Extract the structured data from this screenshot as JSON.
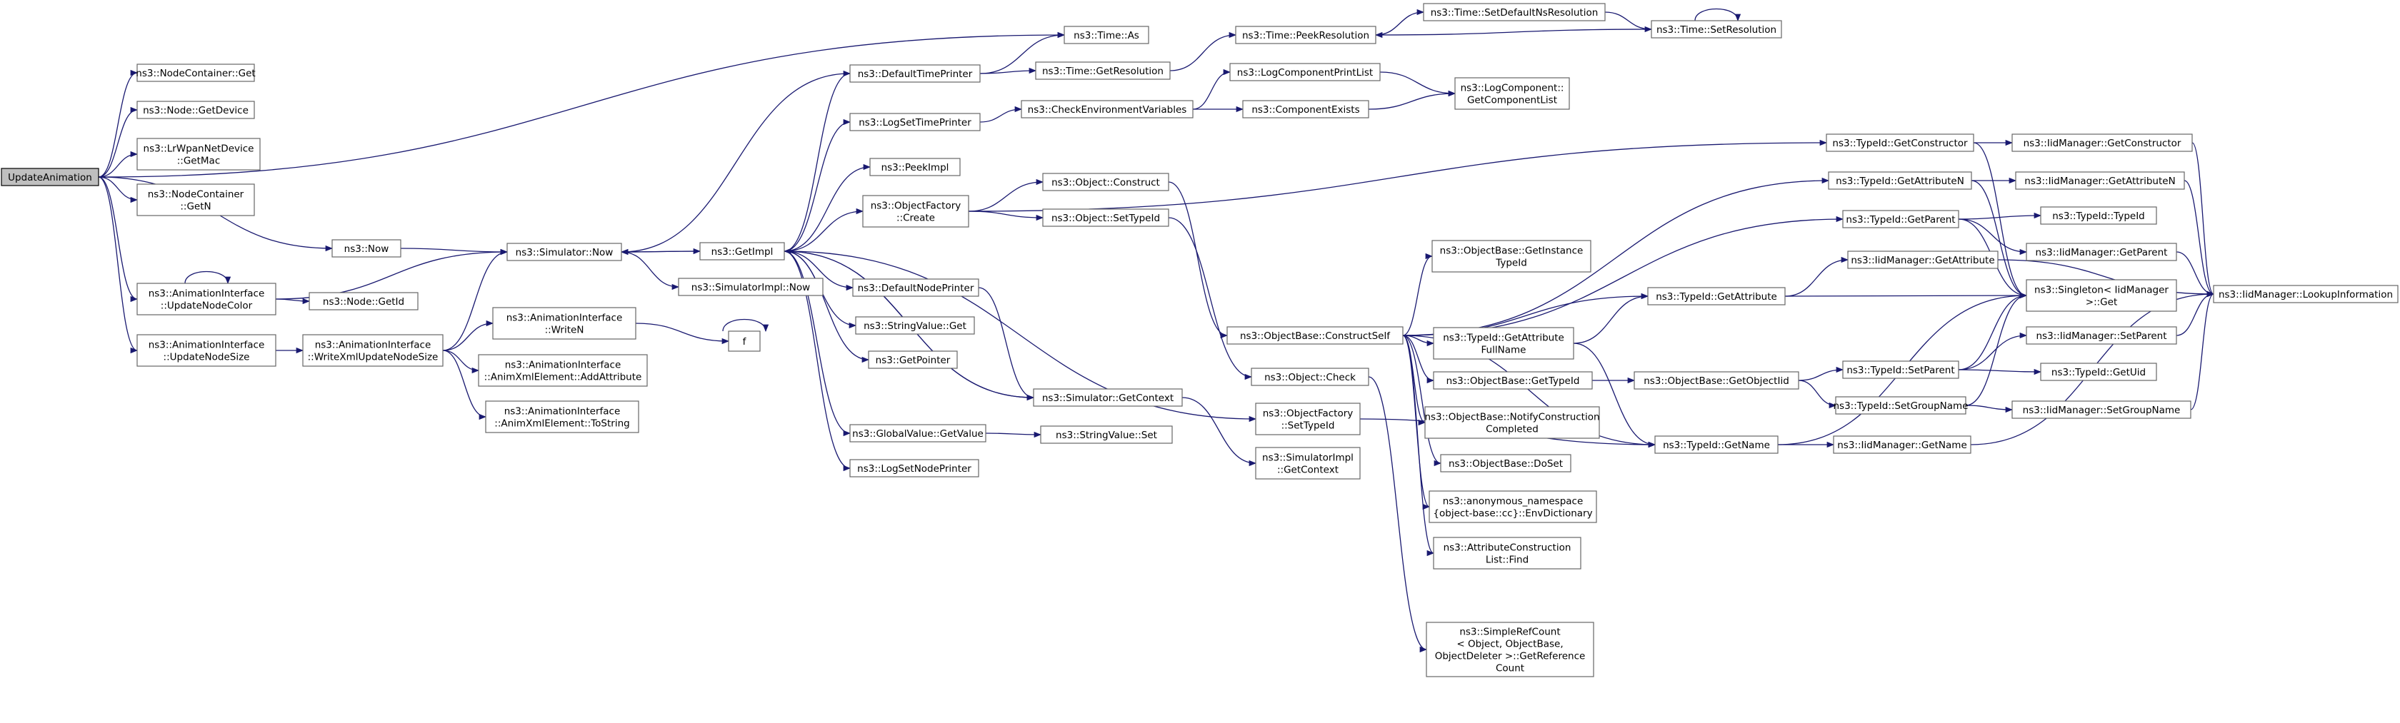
{
  "nodes": [
    {
      "id": "n_update_animation",
      "label": [
        "UpdateAnimation"
      ],
      "root": true
    },
    {
      "id": "n_nodecontainer_get",
      "label": [
        "ns3::NodeContainer::Get"
      ]
    },
    {
      "id": "n_node_getdevice",
      "label": [
        "ns3::Node::GetDevice"
      ]
    },
    {
      "id": "n_lrwpan_getmac",
      "label": [
        "ns3::LrWpanNetDevice",
        "::GetMac"
      ]
    },
    {
      "id": "n_nodecontainer_getn",
      "label": [
        "ns3::NodeContainer",
        "::GetN"
      ]
    },
    {
      "id": "n_now",
      "label": [
        "ns3::Now"
      ]
    },
    {
      "id": "n_update_node_color",
      "label": [
        "ns3::AnimationInterface",
        "::UpdateNodeColor"
      ]
    },
    {
      "id": "n_update_node_size",
      "label": [
        "ns3::AnimationInterface",
        "::UpdateNodeSize"
      ]
    },
    {
      "id": "n_time_as",
      "label": [
        "ns3::Time::As"
      ]
    },
    {
      "id": "n_default_time_printer",
      "label": [
        "ns3::DefaultTimePrinter"
      ]
    },
    {
      "id": "n_log_set_time_printer",
      "label": [
        "ns3::LogSetTimePrinter"
      ]
    },
    {
      "id": "n_peek_impl",
      "label": [
        "ns3::PeekImpl"
      ]
    },
    {
      "id": "n_objectfactory_create",
      "label": [
        "ns3::ObjectFactory",
        "::Create"
      ]
    },
    {
      "id": "n_simulator_now",
      "label": [
        "ns3::Simulator::Now"
      ]
    },
    {
      "id": "n_simulatorimpl_now",
      "label": [
        "ns3::SimulatorImpl::Now"
      ]
    },
    {
      "id": "n_getimpl",
      "label": [
        "ns3::GetImpl"
      ]
    },
    {
      "id": "n_node_getid",
      "label": [
        "ns3::Node::GetId"
      ]
    },
    {
      "id": "n_write_xml_update_node_size",
      "label": [
        "ns3::AnimationInterface",
        "::WriteXmlUpdateNodeSize"
      ]
    },
    {
      "id": "n_writen",
      "label": [
        "ns3::AnimationInterface",
        "::WriteN"
      ]
    },
    {
      "id": "n_add_attribute",
      "label": [
        "ns3::AnimationInterface",
        "::AnimXmlElement::AddAttribute"
      ]
    },
    {
      "id": "n_tostring",
      "label": [
        "ns3::AnimationInterface",
        "::AnimXmlElement::ToString"
      ]
    },
    {
      "id": "n_f",
      "label": [
        "f"
      ]
    },
    {
      "id": "n_time_getresolution",
      "label": [
        "ns3::Time::GetResolution"
      ]
    },
    {
      "id": "n_check_env_vars",
      "label": [
        "ns3::CheckEnvironmentVariables"
      ]
    },
    {
      "id": "n_default_node_printer",
      "label": [
        "ns3::DefaultNodePrinter"
      ]
    },
    {
      "id": "n_stringvalue_get",
      "label": [
        "ns3::StringValue::Get"
      ]
    },
    {
      "id": "n_getpointer",
      "label": [
        "ns3::GetPointer"
      ]
    },
    {
      "id": "n_globalvalue_getvalue",
      "label": [
        "ns3::GlobalValue::GetValue"
      ]
    },
    {
      "id": "n_log_set_node_printer",
      "label": [
        "ns3::LogSetNodePrinter"
      ]
    },
    {
      "id": "n_simulator_getcontext",
      "label": [
        "ns3::Simulator::GetContext"
      ]
    },
    {
      "id": "n_stringvalue_set",
      "label": [
        "ns3::StringValue::Set"
      ]
    },
    {
      "id": "n_time_peekresolution",
      "label": [
        "ns3::Time::PeekResolution"
      ]
    },
    {
      "id": "n_log_component_print_list",
      "label": [
        "ns3::LogComponentPrintList"
      ]
    },
    {
      "id": "n_component_exists",
      "label": [
        "ns3::ComponentExists"
      ]
    },
    {
      "id": "n_object_construct",
      "label": [
        "ns3::Object::Construct"
      ]
    },
    {
      "id": "n_object_settypeid",
      "label": [
        "ns3::Object::SetTypeId"
      ]
    },
    {
      "id": "n_objectfactory_settypeid",
      "label": [
        "ns3::ObjectFactory",
        "::SetTypeId"
      ]
    },
    {
      "id": "n_simulatorimpl_getcontext",
      "label": [
        "ns3::SimulatorImpl",
        "::GetContext"
      ]
    },
    {
      "id": "n_time_set_default_ns_resolution",
      "label": [
        "ns3::Time::SetDefaultNsResolution"
      ]
    },
    {
      "id": "n_time_setresolution",
      "label": [
        "ns3::Time::SetResolution"
      ]
    },
    {
      "id": "n_logcomponent_getcomponentlist",
      "label": [
        "ns3::LogComponent::",
        "GetComponentList"
      ]
    },
    {
      "id": "n_objectbase_getinstancetypeid",
      "label": [
        "ns3::ObjectBase::GetInstance",
        "TypeId"
      ]
    },
    {
      "id": "n_objectbase_constructself",
      "label": [
        "ns3::ObjectBase::ConstructSelf"
      ]
    },
    {
      "id": "n_object_check",
      "label": [
        "ns3::Object::Check"
      ]
    },
    {
      "id": "n_typeid_getattributefullname",
      "label": [
        "ns3::TypeId::GetAttribute",
        "FullName"
      ]
    },
    {
      "id": "n_objectbase_gettypeid",
      "label": [
        "ns3::ObjectBase::GetTypeId"
      ]
    },
    {
      "id": "n_objectbase_notifyconstructioncompleted",
      "label": [
        "ns3::ObjectBase::NotifyConstruction",
        "Completed"
      ]
    },
    {
      "id": "n_objectbase_dospost",
      "label": [
        "ns3::ObjectBase::DoSet"
      ]
    },
    {
      "id": "n_envdictionary",
      "label": [
        "ns3::anonymous_namespace",
        "{object-base::cc}::EnvDictionary"
      ]
    },
    {
      "id": "n_attributeconstructionlist_find",
      "label": [
        "ns3::AttributeConstruction",
        "List::Find"
      ]
    },
    {
      "id": "n_simplerefcount_getreferencecount",
      "label": [
        "ns3::SimpleRefCount",
        "< Object, ObjectBase,",
        "ObjectDeleter >::GetReference",
        "Count"
      ]
    },
    {
      "id": "n_typeid_getname",
      "label": [
        "ns3::TypeId::GetName"
      ]
    },
    {
      "id": "n_typeid_getattribute",
      "label": [
        "ns3::TypeId::GetAttribute"
      ]
    },
    {
      "id": "n_objectbase_getobjectiid",
      "label": [
        "ns3::ObjectBase::GetObjectIid"
      ]
    },
    {
      "id": "n_typeid_getconstructor",
      "label": [
        "ns3::TypeId::GetConstructor"
      ]
    },
    {
      "id": "n_typeid_getattributen",
      "label": [
        "ns3::TypeId::GetAttributeN"
      ]
    },
    {
      "id": "n_typeid_getparent",
      "label": [
        "ns3::TypeId::GetParent"
      ]
    },
    {
      "id": "n_iidmanager_getattribute",
      "label": [
        "ns3::IidManager::GetAttribute"
      ]
    },
    {
      "id": "n_typeid_setparent",
      "label": [
        "ns3::TypeId::SetParent"
      ]
    },
    {
      "id": "n_typeid_setgroupname",
      "label": [
        "ns3::TypeId::SetGroupName"
      ]
    },
    {
      "id": "n_iidmanager_getname",
      "label": [
        "ns3::IidManager::GetName"
      ]
    },
    {
      "id": "n_iidmanager_getconstructor",
      "label": [
        "ns3::IidManager::GetConstructor"
      ]
    },
    {
      "id": "n_iidmanager_getattributen",
      "label": [
        "ns3::IidManager::GetAttributeN"
      ]
    },
    {
      "id": "n_typeid_typeid",
      "label": [
        "ns3::TypeId::TypeId"
      ]
    },
    {
      "id": "n_iidmanager_getparent",
      "label": [
        "ns3::IidManager::GetParent"
      ]
    },
    {
      "id": "n_singleton_get",
      "label": [
        "ns3::Singleton< IidManager",
        ">::Get"
      ]
    },
    {
      "id": "n_iidmanager_setparent",
      "label": [
        "ns3::IidManager::SetParent"
      ]
    },
    {
      "id": "n_typeid_getuid",
      "label": [
        "ns3::TypeId::GetUid"
      ]
    },
    {
      "id": "n_iidmanager_setgroupname",
      "label": [
        "ns3::IidManager::SetGroupName"
      ]
    },
    {
      "id": "n_iidmanager_lookupinformation",
      "label": [
        "ns3::IidManager::LookupInformation"
      ]
    }
  ]
}
